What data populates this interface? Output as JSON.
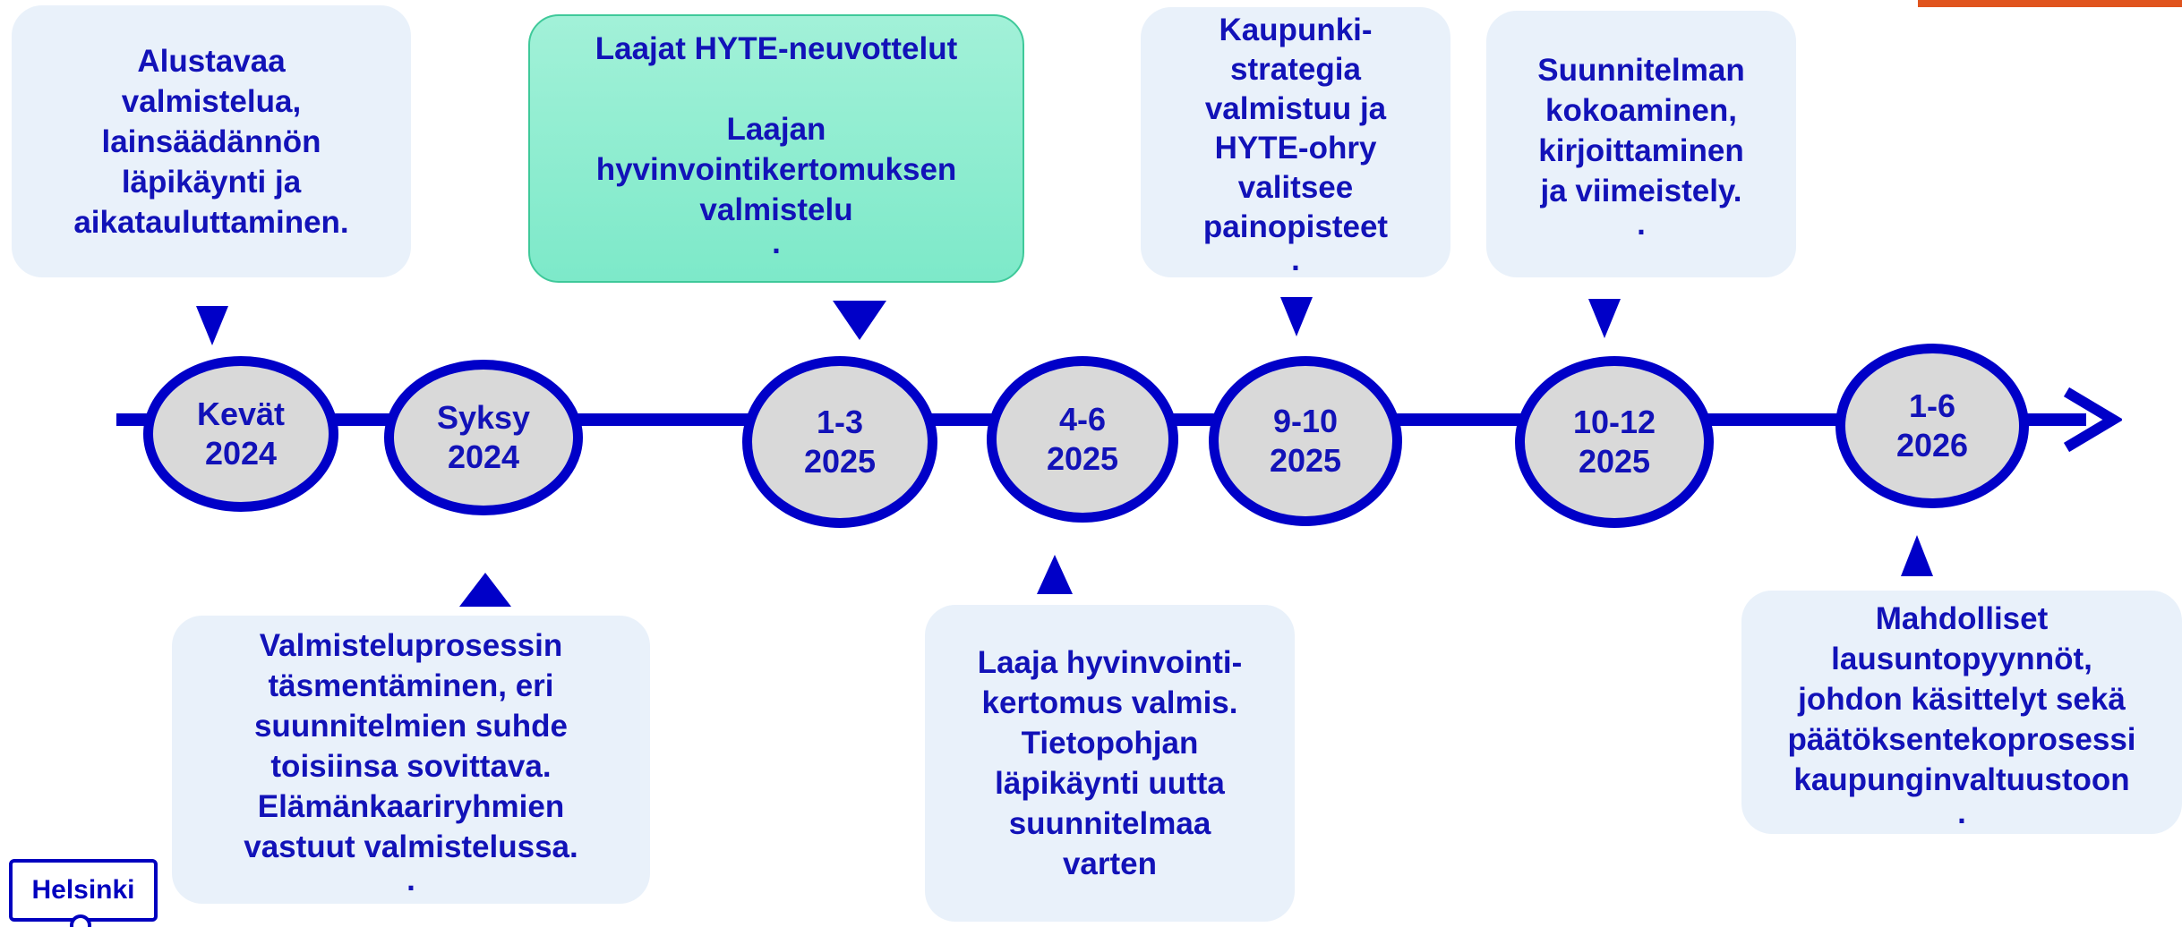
{
  "top_boxes": [
    {
      "lines": [
        "Alustavaa",
        "valmistelua,",
        "lainsäädännön",
        "läpikäynti ja",
        "aikatauluttaminen."
      ]
    },
    {
      "lines": [
        "Laajat HYTE-neuvottelut",
        "",
        "Laajan",
        "hyvinvointikertomuksen",
        "valmistelu"
      ],
      "dot": "."
    },
    {
      "lines": [
        "Kaupunki-",
        "strategia",
        "valmistuu ja",
        "HYTE-ohry",
        "valitsee",
        "painopisteet"
      ],
      "dot": "."
    },
    {
      "lines": [
        "Suunnitelman",
        "kokoaminen,",
        "kirjoittaminen",
        "ja viimeistely."
      ],
      "dot": "."
    }
  ],
  "milestones": [
    {
      "line1": "Kevät",
      "line2": "2024"
    },
    {
      "line1": "Syksy",
      "line2": "2024"
    },
    {
      "line1": "1-3",
      "line2": "2025"
    },
    {
      "line1": "4-6",
      "line2": "2025"
    },
    {
      "line1": "9-10",
      "line2": "2025"
    },
    {
      "line1": "10-12",
      "line2": "2025"
    },
    {
      "line1": "1-6",
      "line2": "2026"
    }
  ],
  "bottom_boxes": [
    {
      "lines": [
        "Valmisteluprosessin",
        "täsmentäminen, eri",
        "suunnitelmien suhde",
        "toisiinsa sovittava.",
        "Elämänkaariryhmien",
        "vastuut valmistelussa."
      ],
      "dot": "."
    },
    {
      "lines": [
        "Laaja hyvinvointi-",
        "kertomus valmis.",
        "Tietopohjan",
        "läpikäynti uutta",
        "suunnitelmaa",
        "varten"
      ]
    },
    {
      "lines": [
        "Mahdolliset",
        "lausuntopyynnöt,",
        "johdon käsittelyt sekä",
        "päätöksentekoprosessi",
        "kaupunginvaltuustoon"
      ],
      "dot": "."
    }
  ],
  "logo": {
    "text": "Helsinki"
  },
  "colors": {
    "primary": "#0000c8",
    "box": "#e9f1fa",
    "highlight": "#7de9c9",
    "ellipse_fill": "#d9d9d9",
    "corner": "#e0541e"
  }
}
